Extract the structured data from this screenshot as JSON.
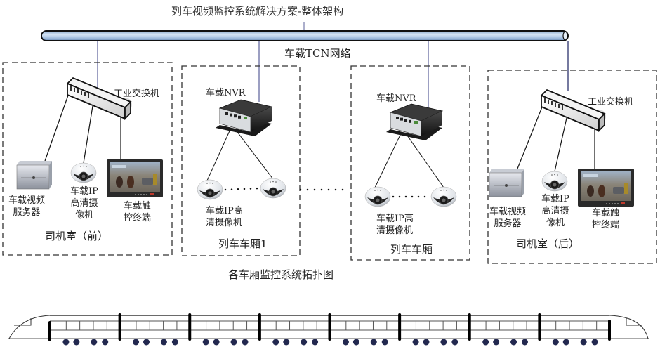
{
  "title": "列车视频监控系统解决方案-整体架构",
  "network_label": "车载TCN网络",
  "topology_caption": "各车厢监控系统拓扑图",
  "colors": {
    "bus_fill": "#9fbfe0",
    "bus_stroke": "#111111",
    "link_line": "#5a5f9a",
    "dashed_border": "#333333",
    "wheel": "#22284f"
  },
  "zones": [
    {
      "id": "cab-front",
      "caption": "司机室（前）",
      "switch_label": "工业交换机",
      "devices": [
        {
          "icon": "server-icon",
          "label_lines": [
            "车载视频",
            "服务器"
          ]
        },
        {
          "icon": "dome-camera-icon",
          "label_lines": [
            "车载IP",
            "高清摄",
            "像机"
          ]
        },
        {
          "icon": "touch-monitor-icon",
          "label_lines": [
            "车载触",
            "控终端"
          ]
        }
      ]
    },
    {
      "id": "car-1",
      "caption": "列车车厢1",
      "nvr_label": "车载NVR",
      "camera_label_lines": [
        "车载IP高",
        "清摄像机"
      ]
    },
    {
      "id": "car-n",
      "caption": "列车车厢",
      "nvr_label": "车载NVR",
      "camera_label_lines": [
        "车载IP高",
        "清摄像机"
      ]
    },
    {
      "id": "cab-rear",
      "caption": "司机室（后）",
      "switch_label": "工业交换机",
      "devices": [
        {
          "icon": "server-icon",
          "label_lines": [
            "车载视频",
            "服务器"
          ]
        },
        {
          "icon": "dome-camera-icon",
          "label_lines": [
            "车载IP",
            "高清摄",
            "像机"
          ]
        },
        {
          "icon": "touch-monitor-icon",
          "label_lines": [
            "车载触",
            "控终端"
          ]
        }
      ]
    }
  ],
  "train": {
    "car_count": 8,
    "windows_per_car": 5
  }
}
